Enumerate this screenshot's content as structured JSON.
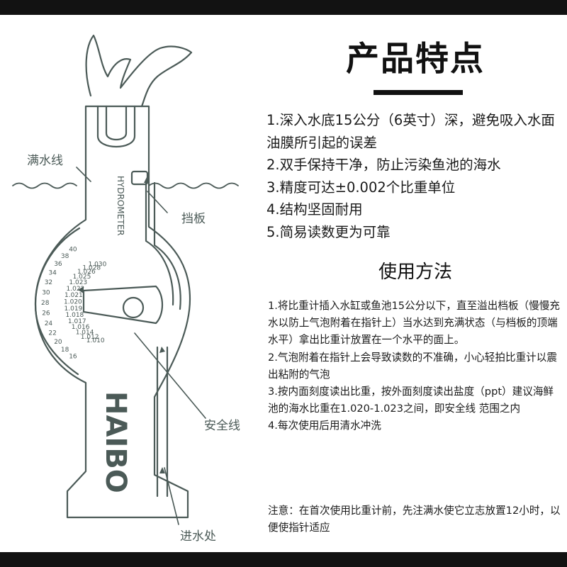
{
  "page": {
    "title": "产品特点",
    "usage_heading": "使用方法"
  },
  "features": [
    "1.深入水底15公分（6英寸）深，避免吸入水面油膜所引起的误差",
    "2.双手保持干净，防止污染鱼池的海水",
    "3.精度可达±0.002个比重单位",
    "4.结构坚固耐用",
    "5.简易读数更为可靠"
  ],
  "steps": [
    "1.将比重计插入水缸或鱼池15公分以下，直至溢出档板（慢慢充水以防上气泡附着在指针上）当水达到充满状态（与档板的顶端水平）拿出比重计放置在一个水平的面上。",
    "2.气泡附着在指针上会导致读数的不准确，小心轻拍比重计以震出粘附的气泡",
    "3.按内面刻度读出比重，按外面刻度读出盐度（ppt）建议海鲜池的海水比重在1.020-1.023之间，即安全线 范围之内",
    "4.每次使用后用清水冲洗"
  ],
  "note": "注意：在首次使用比重计前，先注满水使它立志放置12小时，以便使指针适应",
  "diagram": {
    "labels": {
      "full_water_line": "满水线",
      "baffle": "挡板",
      "safety_line": "安全线",
      "water_inlet": "进水处",
      "hydrometer": "HYDROMETER",
      "brand": "HAIBO"
    },
    "salinity_scale": [
      "40",
      "38",
      "36",
      "34",
      "32",
      "30",
      "28",
      "26",
      "24",
      "22",
      "20",
      "18",
      "16"
    ],
    "gravity_scale": [
      "1.030",
      "1.028",
      "1.026",
      "1.025",
      "1.023",
      "1.022",
      "1.021",
      "1.020",
      "1.019",
      "1.018",
      "1.017",
      "1.016",
      "1.014",
      "1.012",
      "1.010"
    ]
  },
  "colors": {
    "line": "#4b5a57",
    "bars": "#121212",
    "text": "#1a1a1a"
  }
}
